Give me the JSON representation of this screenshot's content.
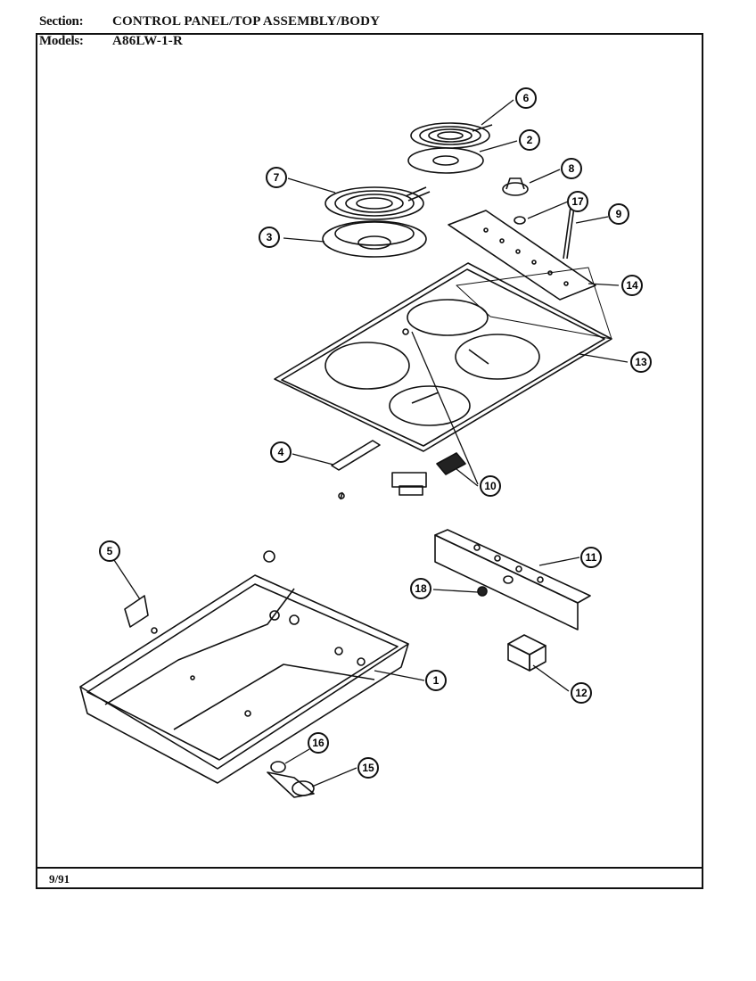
{
  "header": {
    "section_label": "Section:",
    "section_value": "CONTROL PANEL/TOP ASSEMBLY/BODY",
    "models_label": "Models:",
    "models_value": "A86LW-1-R"
  },
  "footer": {
    "date": "9/91"
  },
  "callouts": [
    "6",
    "2",
    "7",
    "8",
    "17",
    "9",
    "3",
    "14",
    "13",
    "4",
    "10",
    "5",
    "11",
    "18",
    "1",
    "12",
    "16",
    "15"
  ]
}
